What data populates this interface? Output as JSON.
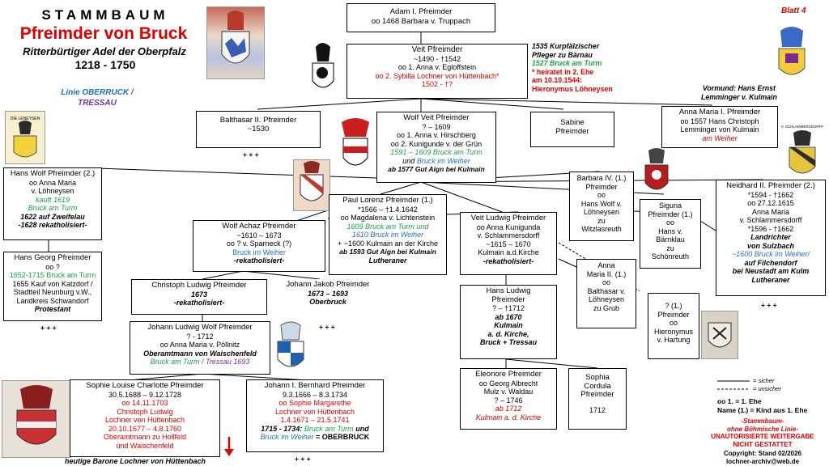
{
  "header": {
    "title": "STAMMBAUM",
    "subtitle": "Pfreimder von Bruck",
    "line3": "Ritterbürtiger Adel der Oberpfalz",
    "years": "1218 - 1750",
    "linie_a": "Linie OBERRUCK /",
    "linie_b": "TRESSAU",
    "blatt": "Blatt 4"
  },
  "colors": {
    "red": "#e00000",
    "green": "#1aa34a",
    "blue": "#1f6fc4",
    "purple": "#7030a0"
  },
  "notes": {
    "kurpf_1": "1535 Kurpfälzischer",
    "kurpf_2": "Pfleger zu Bärnau",
    "kurpf_3": "1527 Bruck am Turm",
    "kurpf_4": "* heiratet in 2. Ehe",
    "kurpf_5": "am 10.10.1544:",
    "kurpf_6": "Hieronymus Löhneysen",
    "vormund_1": "Vormund: Hans Ernst",
    "vormund_2": "Lemminger v. Kulmain",
    "bottom_label": "heutige Barone Lochner von Hüttenbach"
  },
  "people": {
    "adam": {
      "l1": "Adam I. Pfreimder",
      "l2": "oo 1468 Barbara v. Truppach"
    },
    "veit": {
      "l1": "Veit Pfreimder",
      "l2": "~1490 - †1542",
      "l3": "oo 1. Anna v. Egloffstein",
      "l4": "oo 2. Sybilla Lochner von Hüttenbach*",
      "l5": "1502 - †?"
    },
    "balthasar": {
      "l1": "Balthasar II. Pfreimder",
      "l2": "~1530",
      "plus": "+ + +"
    },
    "wolfveit": {
      "l1": "Wolf Veit Pfreimder",
      "l2": "? – 1609",
      "l3": "oo 1. Anna v. Hirschberg",
      "l4": "oo 2. Kunigunde v. der Grün",
      "l5": "1591 – 1609 Bruck am Turm",
      "l6a": "und",
      "l6b": "Bruck im Weiher",
      "l7": "ab 1577 Gut Aign bei Kulmain"
    },
    "sabine": {
      "l1": "Sabine",
      "l2": "Pfreimder"
    },
    "annamaria1": {
      "l1": "Anna Maria I. Pfreimder",
      "l2": "oo 1557 Hans Christoph",
      "l3": "Lemminger von Kulmain",
      "l4": "am Weiher"
    },
    "hanswolf": {
      "l1": "Hans Wolf Pfreimder (2.)",
      "l2": "oo Anna Maria",
      "l3": "v. Löhneysen",
      "l4": "kauft 1619",
      "l5": "Bruck am Turm",
      "l6": "1622 auf Zweifelau",
      "l7": "-1628 rekatholisiert-"
    },
    "hansgeorg": {
      "l1": "Hans Georg Pfreimder",
      "l2": "oo ?",
      "l3": "1652-1715 Bruck am Turm",
      "l4": "1655 Kauf von Katzdorf /",
      "l5": "Stadtteil Neunburg v.W.,",
      "l6": "Landkreis Schwandorf",
      "l7": "Protestant",
      "plus": "+ + +"
    },
    "wolfachaz": {
      "l1": "Wolf Achaz Pfreimder",
      "l2": "~1610 – 1673",
      "l3": "oo ? v. Sparneck (?)",
      "l4": "Bruck im Weiher",
      "l5": "-rekatholisiert-"
    },
    "paullorenz": {
      "l1": "Paul Lorenz Pfreimder (1.)",
      "l2": "*1566 – †1.4.1642",
      "l3": "oo Magdalena v. Lichtenstein",
      "l4": "1609 Bruck am Turm und",
      "l5": "1610 Bruck im Weiher",
      "l6": "+ ~1600 Kulmain an der Kirche",
      "l7": "ab 1593 Gut Aign bei Kulmain",
      "l8": "Lutheraner"
    },
    "veitludwig": {
      "l1": "Veit Ludwig Pfreimder",
      "l2": "oo Anna Kunigunda",
      "l3": "v. Schlammersdorff",
      "l4": "~1615 – 1670",
      "l5": "Kulmain a.d.Kirche",
      "l6": "-rekatholisiert-"
    },
    "barbara4": {
      "l1": "Barbara IV. (1.)",
      "l2": "Pfreimder",
      "l3": "oo",
      "l4": "Hans Wolf v.",
      "l5": "Löhneysen",
      "l6": "zu",
      "l7": "Witzlasreuth"
    },
    "siguna": {
      "l1": "Siguna",
      "l2": "Pfreimder (1.)",
      "l3": "oo",
      "l4": "Hans v.",
      "l5": "Bärnklau",
      "l6": "zu",
      "l7": "Schönreuth"
    },
    "neidhard": {
      "l1": "Neidhard II. Pfreimder (2.)",
      "l2": "*1594 - †1662",
      "l3": "oo 27.12.1615",
      "l4": "Anna Maria",
      "l5": "v. Schlammersdorff",
      "l6": "*1596 - †1662",
      "l7": "Landrichter",
      "l8": "von Sulzbach",
      "l9": "~1600 Bruck im Weiher/",
      "l10": "auf Filchendorf",
      "l11": "bei Neustadt am Kulm",
      "l12": "Lutheraner",
      "plus": "+ + +"
    },
    "christoph": {
      "l1": "Christoph Ludwig Pfreimder",
      "l2": "1673",
      "l3": "-rekatholisiert-"
    },
    "johannjakob": {
      "l1": "Johann Jakob Pfreimder",
      "l2": "1673 – 1693",
      "l3": "Oberbruck",
      "plus": "+ + +"
    },
    "hansludwig": {
      "l1": "Hans Ludwig",
      "l2": "Pfreimder",
      "l3": "? – †1712",
      "l4": "ab 1670",
      "l5": "Kulmain",
      "l6": "a. d. Kirche,",
      "l7": "Bruck + Tressau"
    },
    "annamaria2": {
      "l1": "Anna",
      "l2": "Maria II. (1.)",
      "l3": "oo",
      "l4": "Balthasar v.",
      "l5": "Löhneysen",
      "l6": "zu Grub"
    },
    "unknown": {
      "l1": "? (1.)",
      "l2": "Pfreimder",
      "l3": "oo",
      "l4": "Hieronymus",
      "l5": "v. Hartung"
    },
    "johannludwig": {
      "l1": "Johann Ludwig Wolf Pfreimder",
      "l2": "? - 1712",
      "l3": "oo Anna Maria v. Pöllnitz",
      "l4": "Oberamtmann von Waischenfeld",
      "l5a": "Bruck am Turm",
      "l5b": "/ Tressau 1693"
    },
    "sophie": {
      "l1": "Sophie Louise Charlotte Pfreimder",
      "l2": "30.5.1688 – 9.12.1728",
      "l3": "oo 14.11.1703",
      "l4": "Christoph Ludwig",
      "l5": "Lochner von Hüttenbach",
      "l6": "20.10.1677 – 4.8.1760",
      "l7": "Oberamtmann zu Hollfeld",
      "l8": "und Waischenfeld"
    },
    "johannbernhard": {
      "l1": "Johann I. Bernhard Pfreimder",
      "l2": "9.3.1666 – 8.3.1734",
      "l3": "oo Sophie Margarethe",
      "l4": "Lochner von Hüttenbach",
      "l5": "1.4.1671 – 21.5.1741",
      "l6a": "1715 - 1734:",
      "l6b": "Bruck am Turm",
      "l6c": "und",
      "l7a": "Bruck im Weiher",
      "l7b": "= OBERBRUCK",
      "plus": "+ + +"
    },
    "eleonore": {
      "l1": "Eleonore Pfreimder",
      "l2": "oo Georg Albrecht",
      "l3": "Mulz v. Waldau",
      "l4": "? – 1746",
      "l5": "ab 1712",
      "l6": "Kulmain a. d. Kirche"
    },
    "sophia": {
      "l1": "Sophia",
      "l2": "Cordula",
      "l3": "Pfreimder",
      "l4": "1712"
    }
  },
  "legend": {
    "sicher": "= sicher",
    "unsicher": "= unsicher",
    "ehe": "oo 1. = 1. Ehe",
    "kind": "Name (1.) = Kind aus 1. Ehe",
    "w1": "-Stammbaum-",
    "w2": "ohne Böhmische Linie-",
    "w3": "UNAUTORISIERTE WEITERGABE",
    "w4": "NICHT GESTATTET",
    "c1": "Copyright: Stand 02/2026",
    "c2": "lochner-archiv@web.de"
  }
}
